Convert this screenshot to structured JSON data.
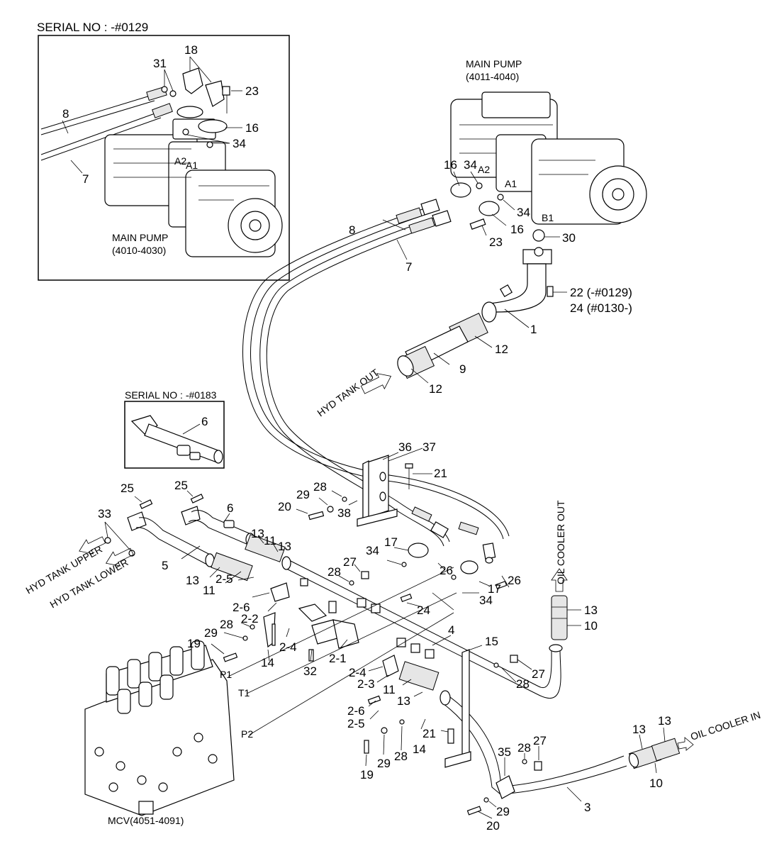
{
  "inset_top": {
    "serial": "SERIAL NO : -#0129",
    "pump_name": "MAIN PUMP",
    "pump_range": "(4010-4030)",
    "ports": {
      "a1": "A1",
      "a2": "A2"
    },
    "callouts": {
      "c31": "31",
      "c18": "18",
      "c23": "23",
      "c16": "16",
      "c34": "34",
      "c8": "8",
      "c7": "7"
    }
  },
  "inset_mid": {
    "serial": "SERIAL NO : -#0183",
    "callouts": {
      "c6": "6"
    }
  },
  "main_pump": {
    "name": "MAIN PUMP",
    "range": "(4011-4040)",
    "ports": {
      "a1": "A1",
      "a2": "A2",
      "b1": "B1"
    }
  },
  "mcv": {
    "name": "MCV(4051-4091)",
    "ports": {
      "p1": "P1",
      "t1": "T1",
      "p2": "P2"
    }
  },
  "flow_labels": {
    "hyd_tank_out": "HYD TANK OUT",
    "hyd_tank_upper": "HYD TANK UPPER",
    "hyd_tank_lower": "HYD TANK LOWER",
    "oil_cooler_out": "OIL COOLER OUT",
    "oil_cooler_in": "OIL COOLER IN"
  },
  "callouts": {
    "p16a": "16",
    "p34a": "34",
    "p34b": "34",
    "p16b": "16",
    "p8": "8",
    "p23": "23",
    "p30": "30",
    "p7": "7",
    "p22": "22 (-#0129)",
    "p24a": "24 (#0130-)",
    "p1": "1",
    "p12a": "12",
    "p9": "9",
    "p12b": "12",
    "p36": "36",
    "p37": "37",
    "p21a": "21",
    "p28a": "28",
    "p29a": "29",
    "p38": "38",
    "p20a": "20",
    "p25a": "25",
    "p25b": "25",
    "p33": "33",
    "p6": "6",
    "p5": "5",
    "p13a": "13",
    "p11a": "11",
    "p13b": "13",
    "p13c": "13",
    "p11b": "11",
    "p17a": "17",
    "p34c": "34",
    "p27a": "27",
    "p28b": "28",
    "p26a": "26",
    "p26b": "26",
    "p17b": "17",
    "p34d": "34",
    "p2_5a": "2-5",
    "p2_6a": "2-6",
    "p2_2": "2-2",
    "p28c": "28",
    "p29b": "29",
    "p24b": "24",
    "p19a": "19",
    "p14a": "14",
    "p2_4a": "2-4",
    "p32": "32",
    "p2_1": "2-1",
    "p4": "4",
    "p15": "15",
    "p13d": "13",
    "p10a": "10",
    "p2_4b": "2-4",
    "p2_3": "2-3",
    "p11c": "11",
    "p13e": "13",
    "p27b": "27",
    "p28d": "28",
    "p2_6b": "2-6",
    "p2_5b": "2-5",
    "p21b": "21",
    "p14b": "14",
    "p28e": "28",
    "p29c": "29",
    "p19b": "19",
    "p35": "35",
    "p28f": "28",
    "p27c": "27",
    "p13f": "13",
    "p13g": "13",
    "p10b": "10",
    "p3": "3",
    "p29d": "29",
    "p20b": "20"
  }
}
